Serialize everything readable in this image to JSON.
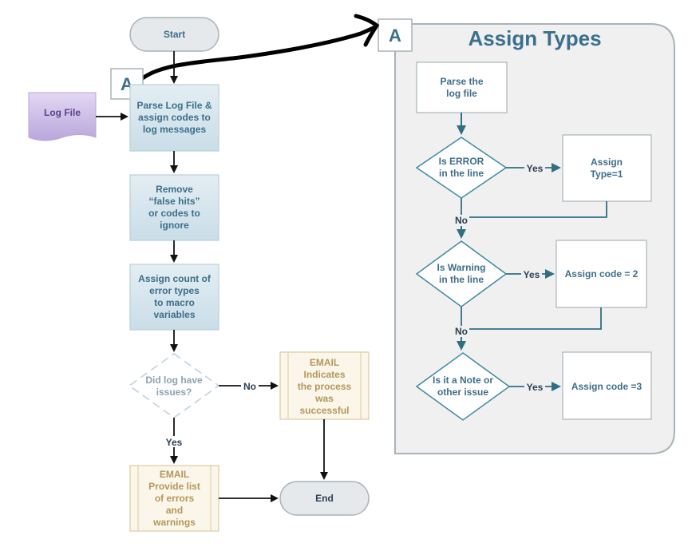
{
  "diagram": {
    "start": "Start",
    "end": "End",
    "log_file": "Log File",
    "connector": "A",
    "steps": {
      "parse": [
        "Parse Log File &",
        "assign codes to",
        "log messages"
      ],
      "remove": [
        "Remove",
        "“false hits”",
        "or codes to",
        "ignore"
      ],
      "assign_count": [
        "Assign count of",
        "error types",
        "to macro",
        "variables"
      ]
    },
    "decision": [
      "Did log have",
      "issues?"
    ],
    "email_success": [
      "EMAIL",
      "Indicates",
      "the process",
      "was",
      "successful"
    ],
    "email_errors": [
      "EMAIL",
      "Provide list",
      "of errors",
      "and",
      "warnings"
    ],
    "edge_no": "No",
    "edge_yes": "Yes"
  },
  "subprocess": {
    "title": "Assign Types",
    "connector": "A",
    "parse": [
      "Parse the",
      "log file"
    ],
    "error_check": [
      "Is ERROR",
      "in the line"
    ],
    "error_assign": [
      "Assign",
      "Type=1"
    ],
    "warning_check": [
      "Is Warning",
      "in the line"
    ],
    "warning_assign": "Assign code = 2",
    "note_check": [
      "Is it a Note or",
      "other issue"
    ],
    "note_assign": "Assign code =3",
    "yes": "Yes",
    "no": "No"
  }
}
